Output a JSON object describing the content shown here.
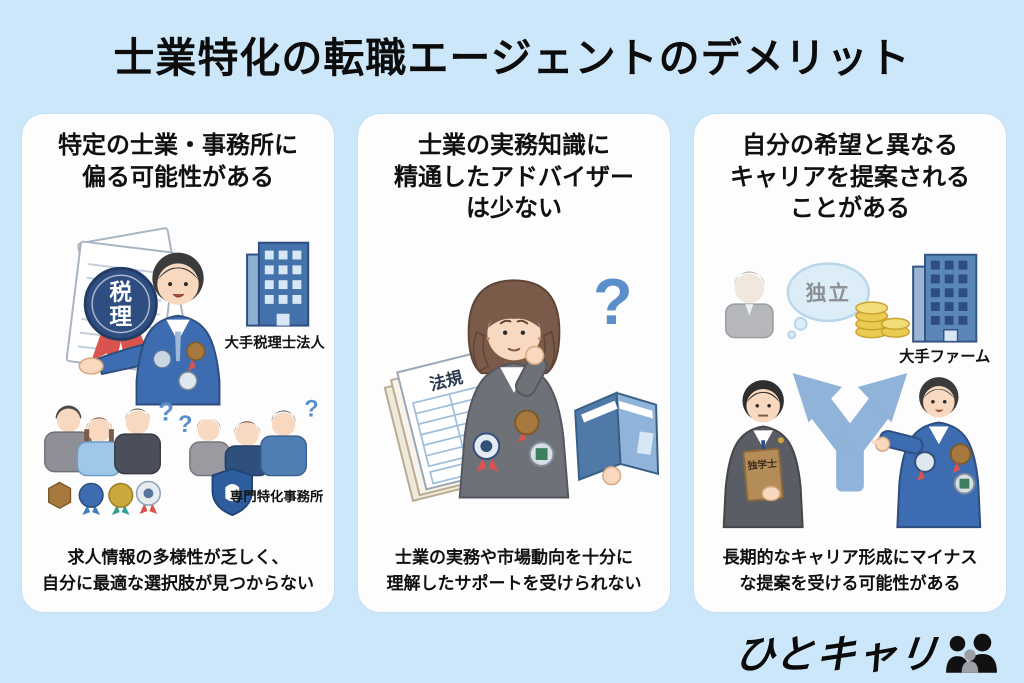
{
  "page": {
    "title": "士業特化の転職エージェントのデメリット"
  },
  "cards": [
    {
      "title_lines": [
        "特定の士業・事務所に",
        "偏る可能性がある"
      ],
      "caption_lines": [
        "求人情報の多様性が乏しく、",
        "自分に最適な選択肢が見つからない"
      ],
      "labels": {
        "medal_top": "税",
        "medal_bottom": "理",
        "building": "大手税理士法人",
        "shield": "専門特化事務所",
        "question1": "?",
        "question2": "?",
        "question3": "?"
      }
    },
    {
      "title_lines": [
        "士業の実務知識に",
        "精通したアドバイザー",
        "は少ない"
      ],
      "caption_lines": [
        "士業の実務や市場動向を十分に",
        "理解したサポートを受けられない"
      ],
      "labels": {
        "document": "法規",
        "question": "?"
      }
    },
    {
      "title_lines": [
        "自分の希望と異なる",
        "キャリアを提案される",
        "ことがある"
      ],
      "caption_lines": [
        "長期的なキャリア形成にマイナス",
        "な提案を受ける可能性がある"
      ],
      "labels": {
        "thought": "独立",
        "building": "大手ファーム",
        "folder": "独学士"
      }
    }
  ],
  "footer": {
    "logo_text": "ひとキャリ"
  },
  "colors": {
    "background": "#cde7fa",
    "card": "#fdfdfd",
    "suit_blue": "#3d6db0",
    "question_blue": "#5b8fc9",
    "arrow_blue": "#8fb3d9",
    "medal_navy": "#2e4d80",
    "ribbon_red": "#d9534f",
    "coin_gold": "#e9c648",
    "shield_navy": "#2e5d9e",
    "gray_suit": "#6e7278"
  }
}
